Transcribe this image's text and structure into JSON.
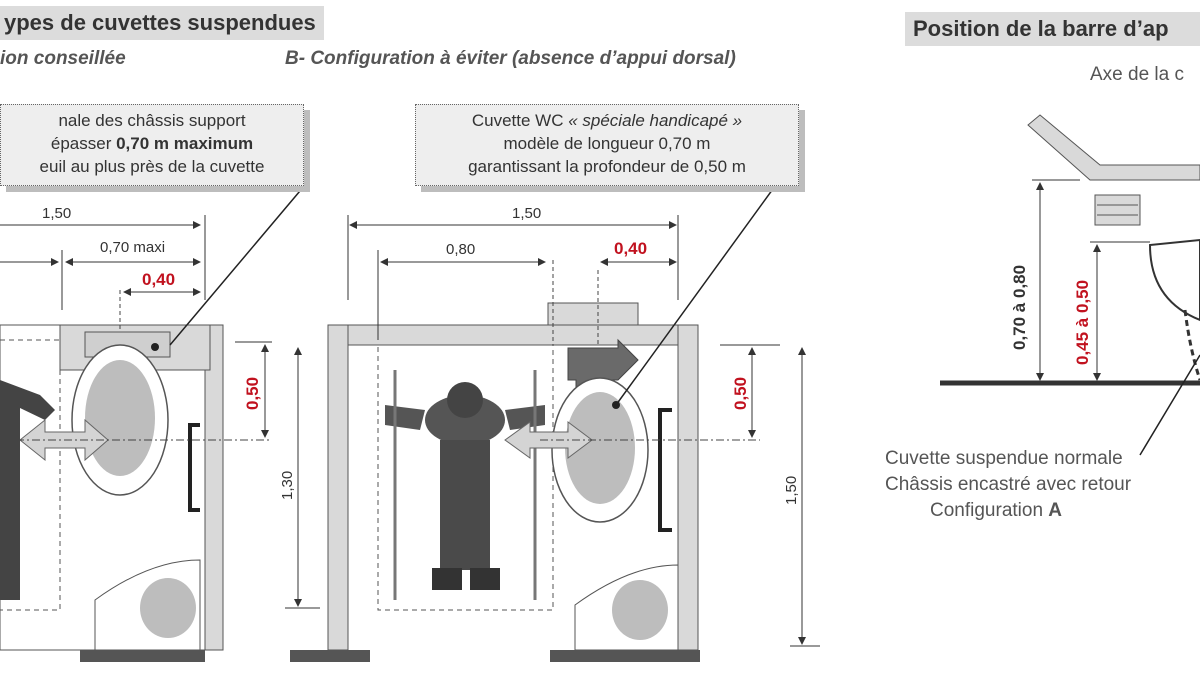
{
  "section_a": {
    "title": "ypes de cuvettes suspendues",
    "subtitle": "ion conseillée",
    "note_line1": "nale des châssis support",
    "note_line2_pre": "épasser ",
    "note_line2_bold": "0,70 m  maximum",
    "note_line3": "euil au plus près de la cuvette",
    "dim_total": "1,50",
    "dim_max": "0,70 maxi",
    "dim_red_h": "0,40",
    "dim_red_v": "0,50",
    "dim_depth": "1,30"
  },
  "section_b": {
    "subtitle": "B- Configuration à éviter (absence d’appui dorsal)",
    "note_line1_pre": "Cuvette WC ",
    "note_line1_italic": "« spéciale handicapé »",
    "note_line2": "modèle de longueur 0,70 m",
    "note_line3": "garantissant la profondeur de 0,50 m",
    "dim_total": "1,50",
    "dim_left": "0,80",
    "dim_red_h": "0,40",
    "dim_red_v": "0,50",
    "dim_depth": "1,50"
  },
  "section_c": {
    "title": "Position de la barre d’ap",
    "axis_label": "Axe de la c",
    "dim_height": "0,70 à 0,80",
    "dim_red": "0,45 à 0,50",
    "caption_line1": "Cuvette suspendue normale",
    "caption_line2": "Châssis encastré avec retour",
    "caption_line3_pre": "Configuration ",
    "caption_line3_bold": "A"
  },
  "colors": {
    "accent_red": "#c1121f",
    "wall_gray": "#d9d9d9",
    "header_gray": "#dcdcdc"
  }
}
